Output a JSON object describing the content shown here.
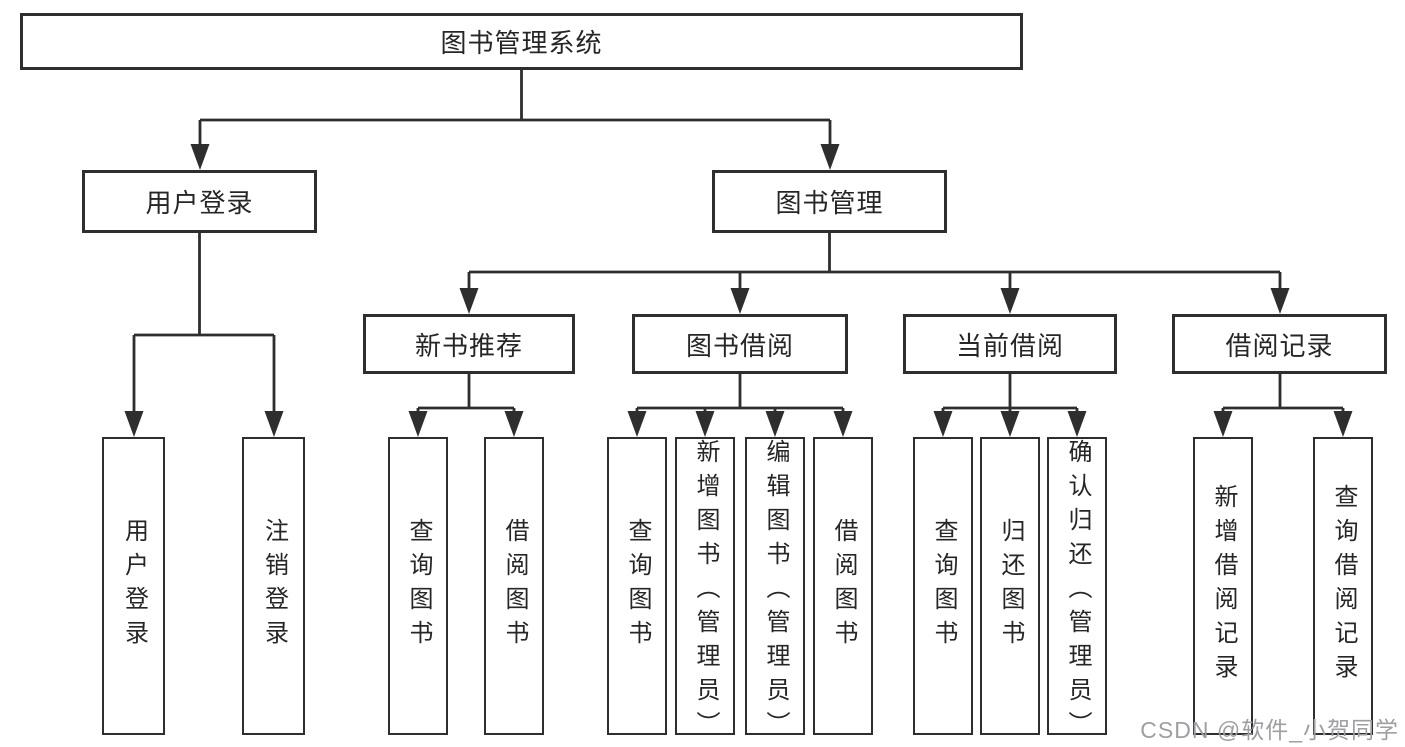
{
  "diagram": {
    "type": "hierarchy-tree",
    "tree": {
      "root": "图书管理系统",
      "branches": [
        {
          "label": "用户登录",
          "children": [
            "用户登录",
            "注销登录"
          ]
        },
        {
          "label": "图书管理",
          "groups": [
            {
              "label": "新书推荐",
              "children": [
                "查询图书",
                "借阅图书"
              ]
            },
            {
              "label": "图书借阅",
              "children": [
                "查询图书",
                "新增图书（管理员）",
                "编辑图书（管理员）",
                "借阅图书"
              ]
            },
            {
              "label": "当前借阅",
              "children": [
                "查询图书",
                "归还图书",
                "确认归还（管理员）"
              ]
            },
            {
              "label": "借阅记录",
              "children": [
                "新增借阅记录",
                "查询借阅记录"
              ]
            }
          ]
        }
      ]
    },
    "colors": {
      "line": "#2e2e2e",
      "text": "#262626",
      "background": "#ffffff",
      "watermark": "#9e9ea3"
    }
  },
  "watermark": "CSDN @软件_小贺同学"
}
